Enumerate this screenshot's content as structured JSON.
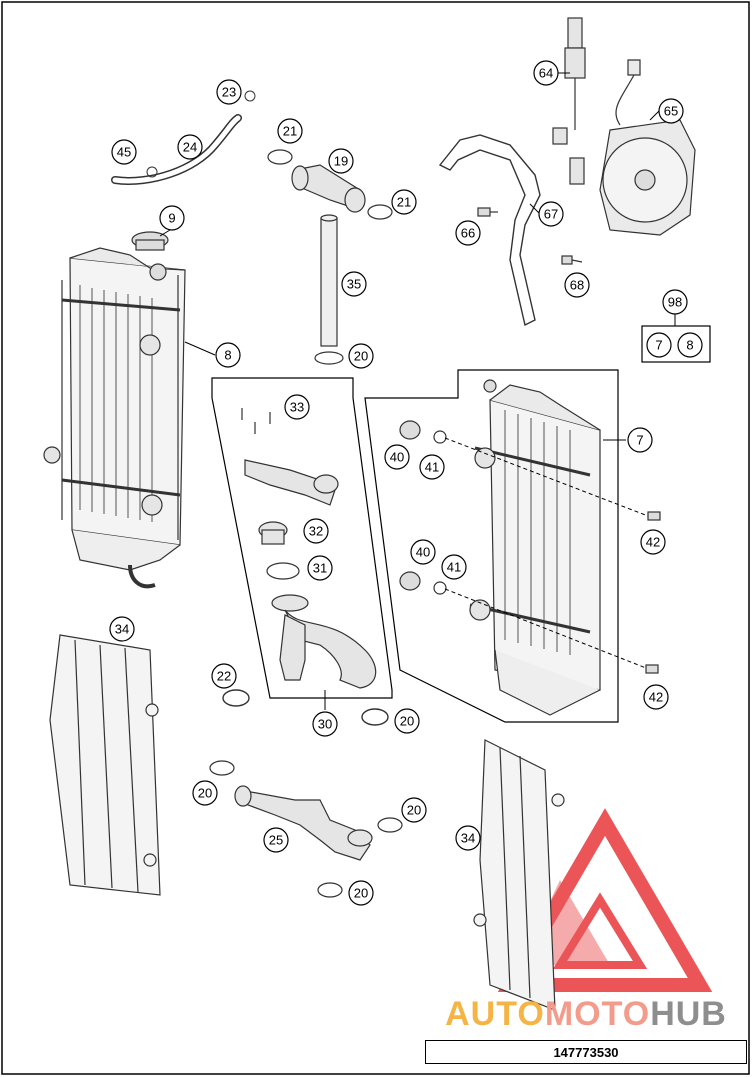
{
  "diagram": {
    "reference_number": "147773530",
    "watermark": {
      "part1": "AUTO",
      "part2": "MOTO",
      "part3": "HUB",
      "colors": {
        "auto": "#f5b445",
        "moto": "#f39c8c",
        "hub": "#8e8e8e",
        "logo": "#e8383a"
      }
    },
    "callouts": [
      {
        "id": "c23",
        "label": "23"
      },
      {
        "id": "c24",
        "label": "24"
      },
      {
        "id": "c45",
        "label": "45"
      },
      {
        "id": "c21a",
        "label": "21"
      },
      {
        "id": "c19",
        "label": "19"
      },
      {
        "id": "c21b",
        "label": "21"
      },
      {
        "id": "c35",
        "label": "35"
      },
      {
        "id": "c20a",
        "label": "20"
      },
      {
        "id": "c9",
        "label": "9"
      },
      {
        "id": "c8",
        "label": "8"
      },
      {
        "id": "c64",
        "label": "64"
      },
      {
        "id": "c65",
        "label": "65"
      },
      {
        "id": "c66",
        "label": "66"
      },
      {
        "id": "c67",
        "label": "67"
      },
      {
        "id": "c68",
        "label": "68"
      },
      {
        "id": "c98",
        "label": "98"
      },
      {
        "id": "c98_7",
        "label": "7"
      },
      {
        "id": "c98_8",
        "label": "8"
      },
      {
        "id": "c33",
        "label": "33"
      },
      {
        "id": "c32",
        "label": "32"
      },
      {
        "id": "c31",
        "label": "31"
      },
      {
        "id": "c30",
        "label": "30"
      },
      {
        "id": "c22",
        "label": "22"
      },
      {
        "id": "c20b",
        "label": "20"
      },
      {
        "id": "c7",
        "label": "7"
      },
      {
        "id": "c40a",
        "label": "40"
      },
      {
        "id": "c41a",
        "label": "41"
      },
      {
        "id": "c42a",
        "label": "42"
      },
      {
        "id": "c40b",
        "label": "40"
      },
      {
        "id": "c41b",
        "label": "41"
      },
      {
        "id": "c42b",
        "label": "42"
      },
      {
        "id": "c34a",
        "label": "34"
      },
      {
        "id": "c20c",
        "label": "20"
      },
      {
        "id": "c25",
        "label": "25"
      },
      {
        "id": "c20d",
        "label": "20"
      },
      {
        "id": "c20e",
        "label": "20"
      },
      {
        "id": "c34b",
        "label": "34"
      }
    ]
  }
}
